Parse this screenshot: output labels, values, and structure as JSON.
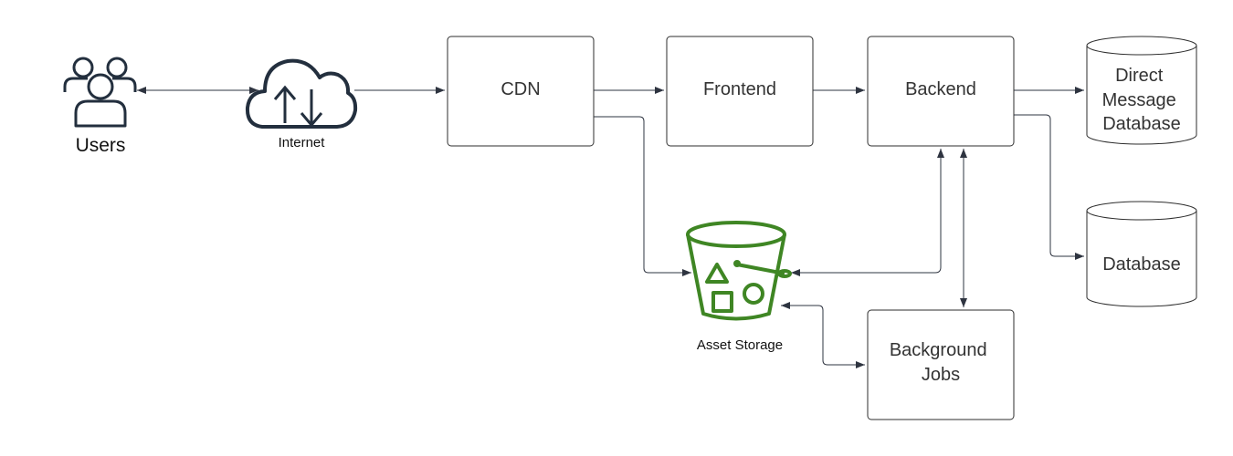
{
  "diagram": {
    "users": {
      "label": "Users",
      "icon": "users-icon"
    },
    "internet": {
      "label": "Internet",
      "icon": "cloud-upload-download-icon"
    },
    "cdn": {
      "label": "CDN"
    },
    "frontend": {
      "label": "Frontend"
    },
    "backend": {
      "label": "Backend"
    },
    "dm_database": {
      "lines": [
        "Direct",
        "Message",
        "Database"
      ]
    },
    "database": {
      "label": "Database"
    },
    "asset_storage": {
      "label": "Asset Storage",
      "icon": "bucket-icon"
    },
    "background_jobs": {
      "lines": [
        "Background",
        "Jobs"
      ]
    }
  },
  "colors": {
    "line": "#2e3440",
    "icon_dark": "#232f3e",
    "storage_green": "#3f8624",
    "box_stroke": "#2e2e2e"
  }
}
